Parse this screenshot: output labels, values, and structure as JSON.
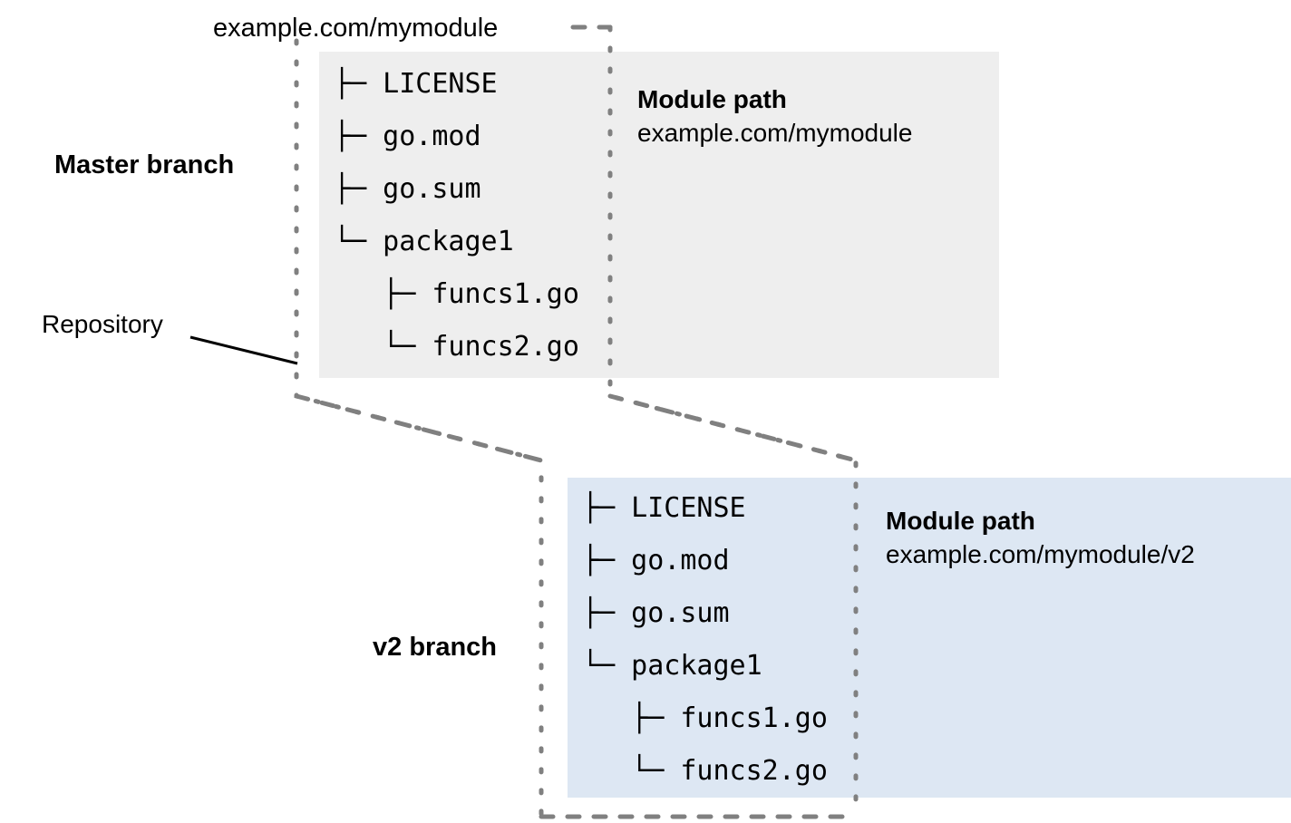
{
  "diagram": {
    "title_label": "example.com/mymodule",
    "repository_label": "Repository",
    "branches": [
      {
        "id": "master",
        "name_label": "Master branch",
        "panel_color": "#eeeeee",
        "module_path_title": "Module path",
        "module_path_value": "example.com/mymodule",
        "tree": "├─ LICENSE\n├─ go.mod\n├─ go.sum\n└─ package1\n   ├─ funcs1.go\n   └─ funcs2.go",
        "tree_entries": [
          {
            "name": "LICENSE",
            "depth": 1,
            "connector": "├─"
          },
          {
            "name": "go.mod",
            "depth": 1,
            "connector": "├─"
          },
          {
            "name": "go.sum",
            "depth": 1,
            "connector": "├─"
          },
          {
            "name": "package1",
            "depth": 1,
            "connector": "└─"
          },
          {
            "name": "funcs1.go",
            "depth": 2,
            "connector": "├─"
          },
          {
            "name": "funcs2.go",
            "depth": 2,
            "connector": "└─"
          }
        ]
      },
      {
        "id": "v2",
        "name_label": "v2 branch",
        "panel_color": "#dde7f3",
        "module_path_title": "Module path",
        "module_path_value": "example.com/mymodule/v2",
        "tree": "├─ LICENSE\n├─ go.mod\n├─ go.sum\n└─ package1\n   ├─ funcs1.go\n   └─ funcs2.go",
        "tree_entries": [
          {
            "name": "LICENSE",
            "depth": 1,
            "connector": "├─"
          },
          {
            "name": "go.mod",
            "depth": 1,
            "connector": "├─"
          },
          {
            "name": "go.sum",
            "depth": 1,
            "connector": "├─"
          },
          {
            "name": "package1",
            "depth": 1,
            "connector": "└─"
          },
          {
            "name": "funcs1.go",
            "depth": 2,
            "connector": "├─"
          },
          {
            "name": "funcs2.go",
            "depth": 2,
            "connector": "└─"
          }
        ]
      }
    ],
    "colors": {
      "background": "#ffffff",
      "text": "#000000",
      "dotted_boundary": "#808080",
      "leader_line": "#000000",
      "master_panel": "#eeeeee",
      "v2_panel": "#dde7f3"
    }
  }
}
